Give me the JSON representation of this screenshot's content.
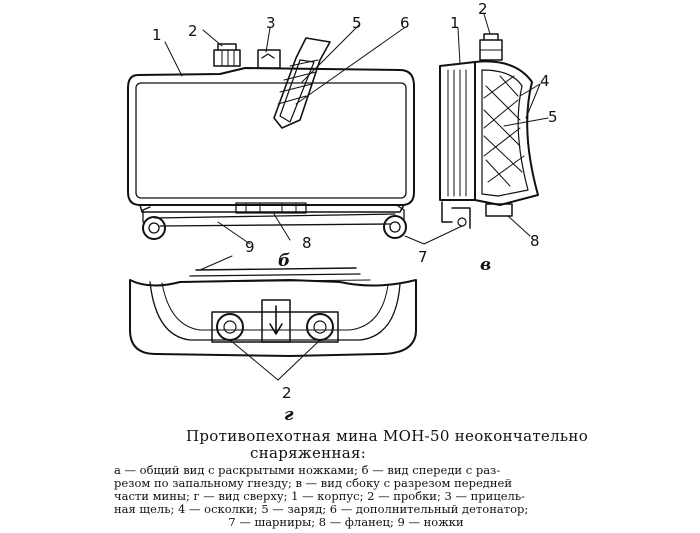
{
  "view_a_labels": [
    "1",
    "2",
    "3",
    "5",
    "6",
    "9",
    "8",
    "7"
  ],
  "view_letters": {
    "front": "б",
    "side": "в",
    "top": "г"
  },
  "view_v_labels": [
    "1",
    "2",
    "4",
    "5",
    "8"
  ],
  "view_g_labels": [
    "2"
  ],
  "caption": {
    "title_line1": "Противопехотная   мина МОН-50  неокончательно",
    "title_line2": "снаряженная:",
    "legend_lines": [
      "а — общий вид с раскрытыми ножками; б — вид спереди с раз-",
      "резом по запальному гнезду; в — вид сбоку с разрезом передней",
      "части мины; г — вид сверху; 1 — корпус; 2 — пробки; 3 — прицель-",
      "ная щель; 4 — осколки; 5 — заряд; 6 — дополнительный детонатор;",
      "7 — шарниры; 8 — фланец; 9 — ножки"
    ]
  }
}
